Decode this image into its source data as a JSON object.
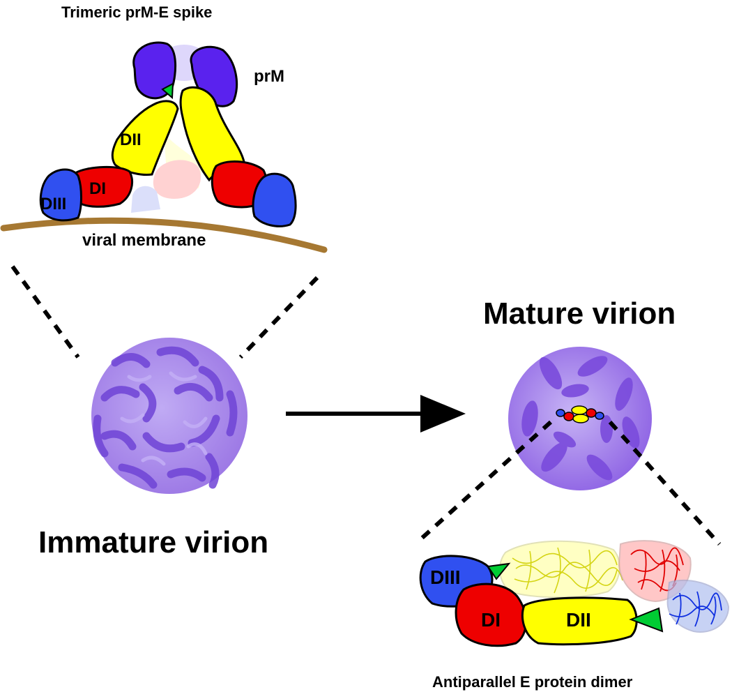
{
  "spike": {
    "title": "Trimeric prM-E spike",
    "prm_label": "prM",
    "dii_label": "DII",
    "di_label": "DI",
    "diii_label": "DIII",
    "membrane_label": "viral membrane"
  },
  "immature": {
    "label": "Immature virion"
  },
  "mature": {
    "label": "Mature virion"
  },
  "dimer": {
    "diii_label": "DIII",
    "di_label": "DI",
    "dii_label": "DII",
    "caption": "Antiparallel E protein dimer"
  },
  "colors": {
    "prM": "#5a22ee",
    "DI": "#ee0000",
    "DII": "#ffff00",
    "DIII": "#3050f0",
    "fusion_loop": "#00cc33",
    "membrane": "#a67832",
    "virion": "#9a72e6"
  }
}
